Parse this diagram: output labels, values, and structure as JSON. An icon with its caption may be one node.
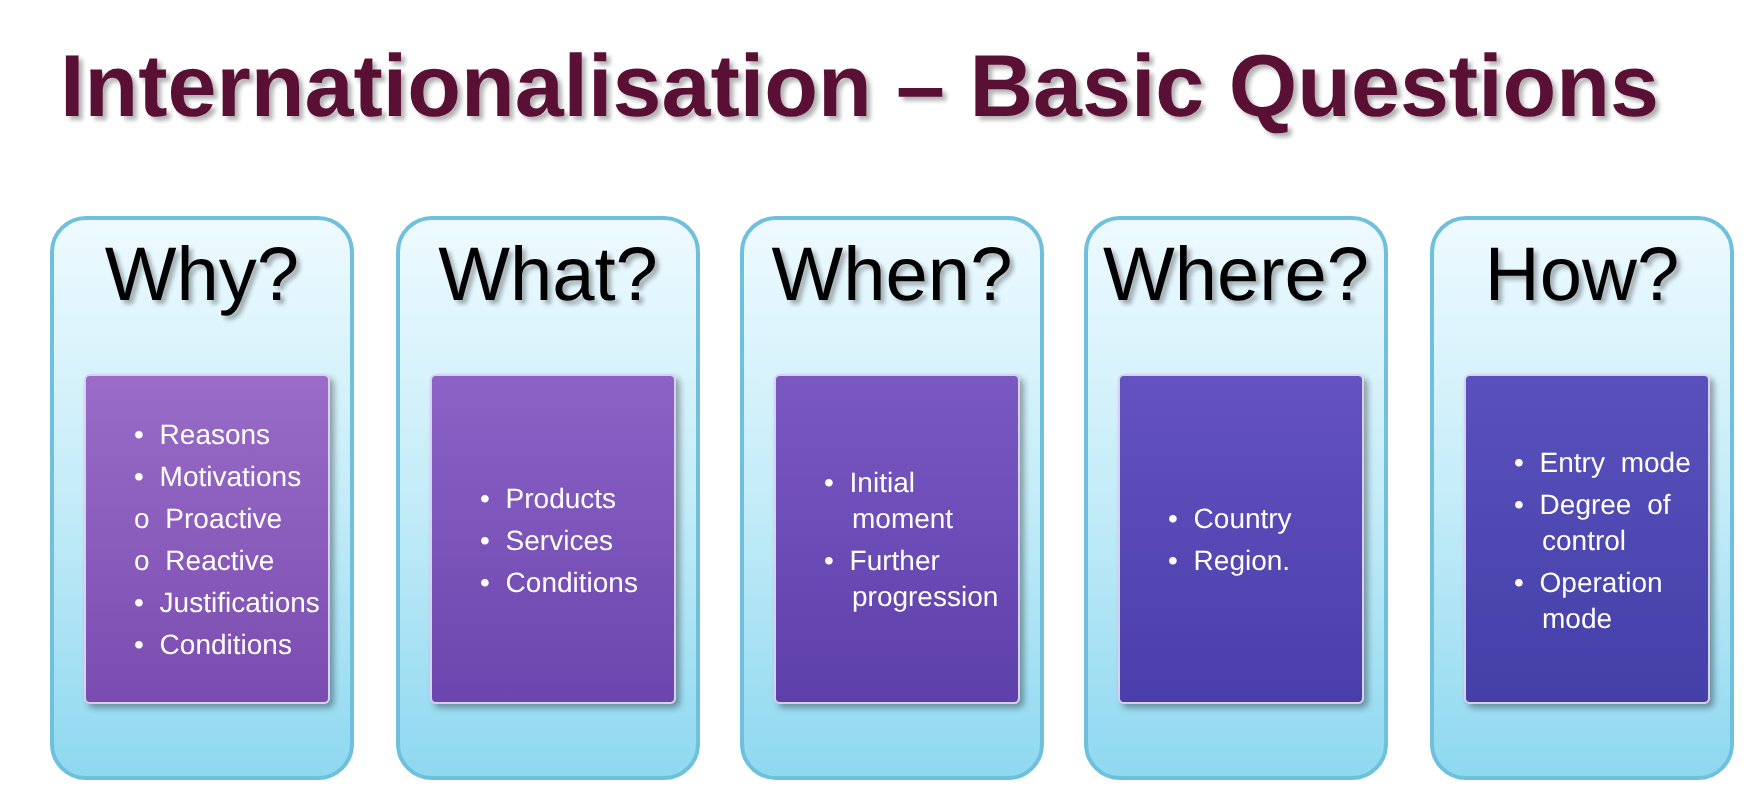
{
  "diagram": {
    "title": "Internationalisation – Basic Questions",
    "nodes": [
      {
        "text": [
          "Why?"
        ]
      },
      {
        "text": [
          "• Reasons",
          "• Motivations",
          "o Proactive",
          "o Reactive",
          "• Justifications",
          "• Conditions"
        ],
        "in": 0
      },
      {
        "text": [
          "What?"
        ]
      },
      {
        "text": [
          "• Products",
          "• Services",
          "• Conditions"
        ],
        "in": 2
      },
      {
        "text": [
          "When?"
        ]
      },
      {
        "text": [
          "• Initial moment",
          "• Further progression"
        ],
        "in": 4
      },
      {
        "text": [
          "Where?"
        ]
      },
      {
        "text": [
          "• Country",
          "• Region."
        ],
        "in": 6
      },
      {
        "text": [
          "How?"
        ]
      },
      {
        "text": [
          "• Entry mode",
          "• Degree of control",
          "• Operation mode"
        ],
        "in": 8
      }
    ],
    "edges": []
  }
}
